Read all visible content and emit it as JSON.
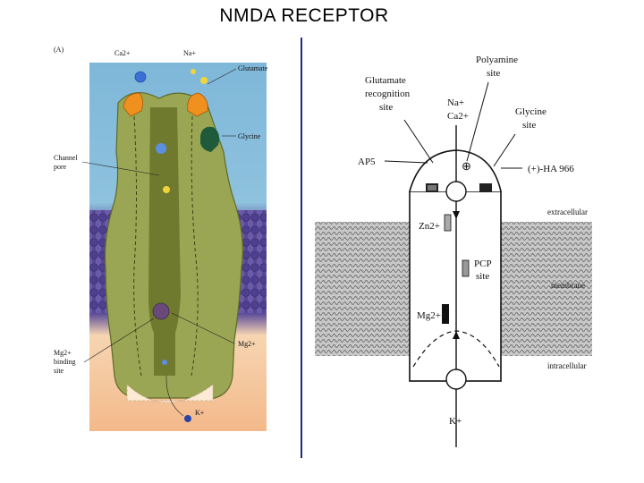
{
  "title": "NMDA RECEPTOR",
  "left_panel": {
    "panel_letter": "(A)",
    "labels": {
      "ca": "Ca2+",
      "na": "Na+",
      "glutamate": "Glutamate",
      "glycine": "Glycine",
      "channel_pore": [
        "Channel",
        "pore"
      ],
      "mg_right": "Mg2+",
      "mg_binding": [
        "Mg2+",
        "binding",
        "site"
      ],
      "k": "K+"
    },
    "colors": {
      "sky": "#79b4d8",
      "protein": "#9aa653",
      "pore": "#6f7a2f",
      "lipid": "#6a5aa8",
      "cytosol": "#f5c49a",
      "glutamate": "#f0901e",
      "glycine": "#1f5a3a",
      "mg": "#6a4a7a"
    }
  },
  "right_panel": {
    "labels": {
      "glutamate_site": [
        "Glutamate",
        "recognition",
        "site"
      ],
      "polyamine_site": [
        "Polyamine",
        "site"
      ],
      "na_ca": [
        "Na+",
        "Ca2+"
      ],
      "glycine_site": [
        "Glycine",
        "site"
      ],
      "ap5": "AP5",
      "ha966": "(+)-HA 966",
      "extracellular": "extracellular",
      "zn": "Zn2+",
      "pcp_site": [
        "PCP",
        "site"
      ],
      "membrane": "membrane",
      "mg": "Mg2+",
      "intracellular": "intracellular",
      "k": "K+",
      "plus": "⊕"
    }
  }
}
